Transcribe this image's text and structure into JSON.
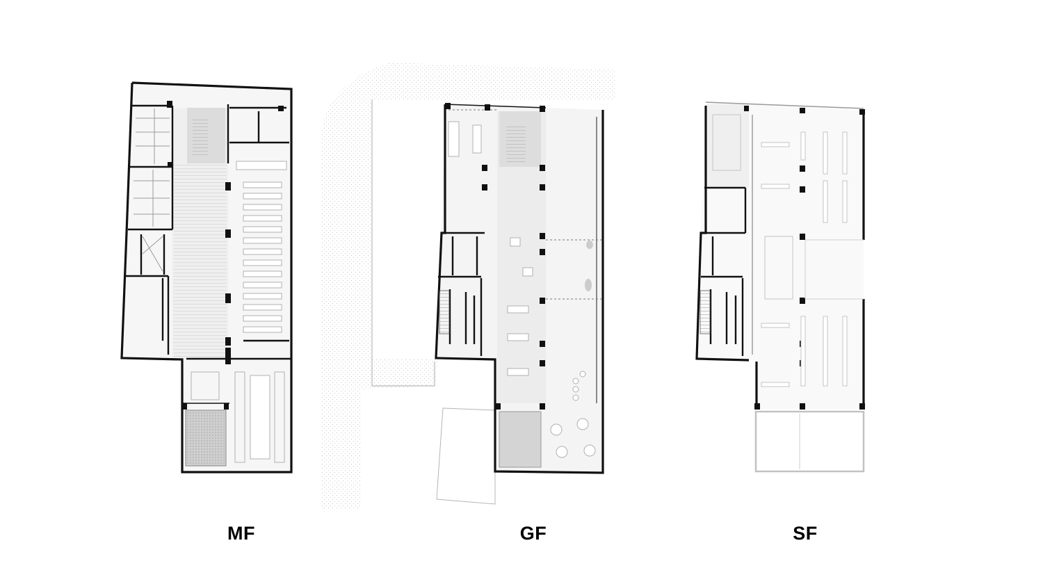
{
  "plans": [
    {
      "id": "mf",
      "label": "MF"
    },
    {
      "id": "gf",
      "label": "GF"
    },
    {
      "id": "sf",
      "label": "SF"
    }
  ],
  "colors": {
    "wall": "#111111",
    "light_wall": "#bdbdbd",
    "room_fill": "#f2f2f2",
    "stair_fill": "#dcdcdc",
    "site_hatch": "#c9c9c9",
    "line": "#9a9a9a"
  }
}
